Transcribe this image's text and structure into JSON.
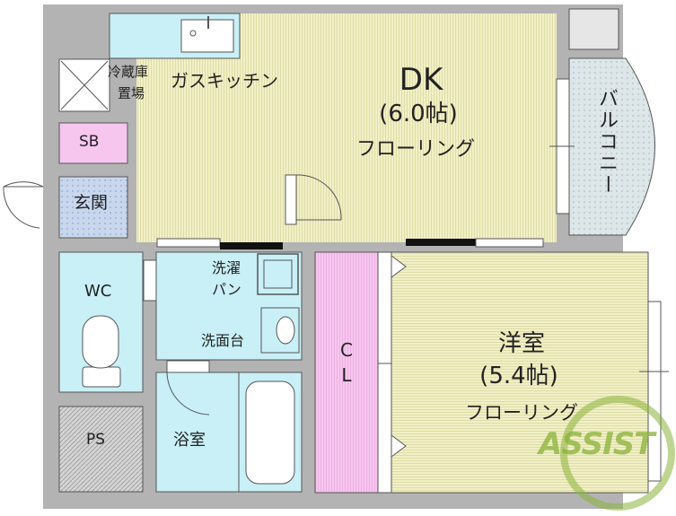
{
  "rooms": {
    "dk": {
      "name": "DK",
      "size": "(6.0帖)",
      "floor": "フローリング"
    },
    "western": {
      "name": "洋室",
      "size": "(5.4帖)",
      "floor": "フローリング"
    },
    "balcony": {
      "name": "バルコニー"
    },
    "kitchen": {
      "name": "ガスキッチン"
    },
    "fridge": {
      "line1": "冷蔵庫",
      "line2": "置場"
    },
    "sb": {
      "name": "SB"
    },
    "entrance": {
      "name": "玄関"
    },
    "wc": {
      "name": "WC"
    },
    "laundry": {
      "line1": "洗濯",
      "line2": "パン"
    },
    "washbasin": {
      "name": "洗面台"
    },
    "bath": {
      "name": "浴室"
    },
    "ps": {
      "name": "PS"
    },
    "closet": {
      "line1": "C",
      "line2": "L"
    }
  },
  "watermark": {
    "text": "ASSIST"
  },
  "colors": {
    "wall": "#b3b3b3",
    "flooring": "#f1f0c6",
    "wet_area": "#c9f0f7",
    "closet": "#f7c6ef",
    "sb": "#f7c6ef",
    "entrance_tile": "#c9d7ee",
    "balcony": "#dde6e8",
    "ps": "#d0d0d0",
    "watermark": "#8ab23a"
  }
}
